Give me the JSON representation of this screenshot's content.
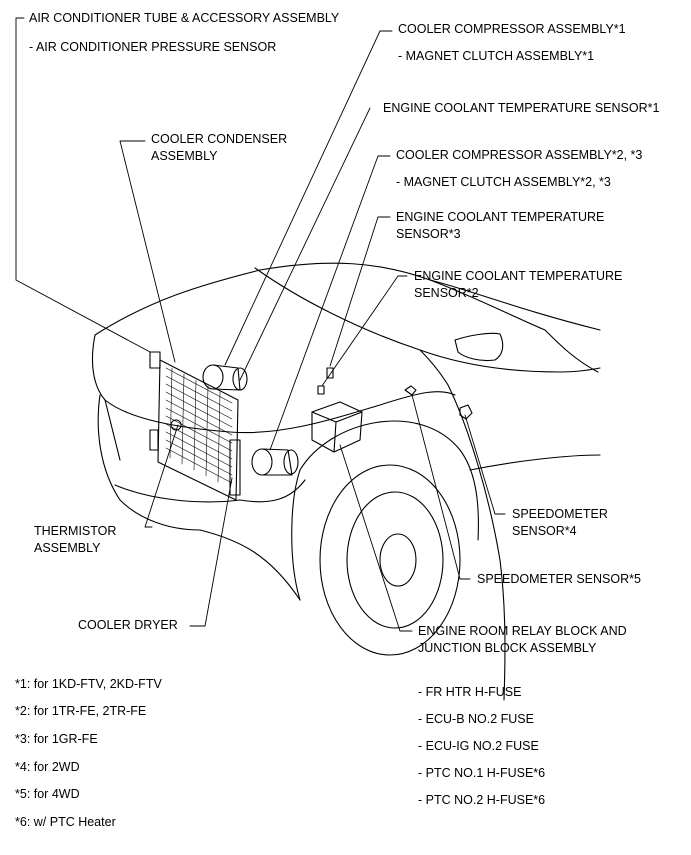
{
  "labels": {
    "ac_tube": "AIR CONDITIONER TUBE & ACCESSORY ASSEMBLY",
    "ac_pressure": "- AIR CONDITIONER PRESSURE SENSOR",
    "cooler_condenser": "COOLER CONDENSER\nASSEMBLY",
    "comp1": "COOLER COMPRESSOR ASSEMBLY*1",
    "clutch1": "- MAGNET CLUTCH ASSEMBLY*1",
    "ect1": "ENGINE COOLANT TEMPERATURE SENSOR*1",
    "comp23": "COOLER COMPRESSOR ASSEMBLY*2, *3",
    "clutch23": "- MAGNET CLUTCH ASSEMBLY*2, *3",
    "ect3": "ENGINE COOLANT TEMPERATURE\nSENSOR*3",
    "ect2": "ENGINE COOLANT TEMPERATURE\nSENSOR*2",
    "thermistor": "THERMISTOR\nASSEMBLY",
    "speedo4": "SPEEDOMETER\nSENSOR*4",
    "speedo5": "SPEEDOMETER SENSOR*5",
    "cooler_dryer": "COOLER DRYER",
    "relay_block": "ENGINE ROOM RELAY BLOCK AND\nJUNCTION BLOCK ASSEMBLY"
  },
  "footnotes": [
    "*1: for 1KD-FTV, 2KD-FTV",
    "*2: for 1TR-FE, 2TR-FE",
    "*3: for 1GR-FE",
    "*4: for 2WD",
    "*5: for 4WD",
    "*6: w/ PTC Heater"
  ],
  "fuses": [
    "- FR HTR H-FUSE",
    "- ECU-B NO.2 FUSE",
    "- ECU-IG NO.2 FUSE",
    "- PTC NO.1 H-FUSE*6",
    "- PTC NO.2 H-FUSE*6"
  ]
}
